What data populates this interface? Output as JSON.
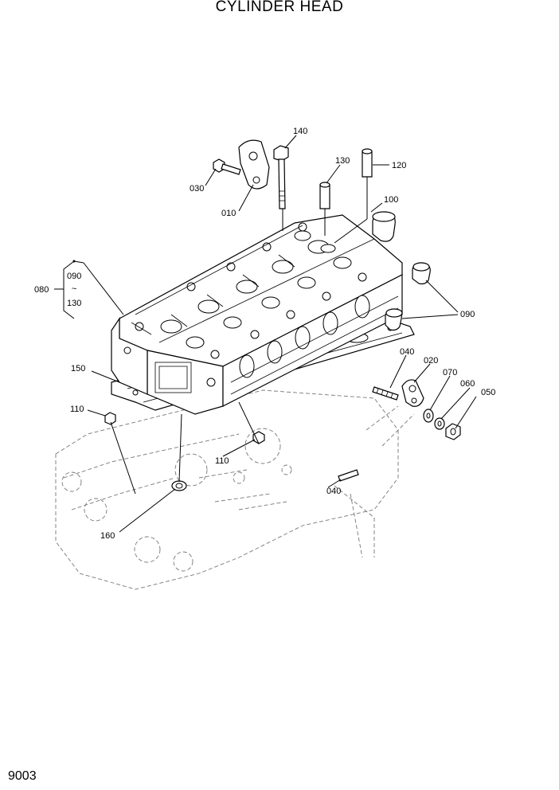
{
  "title": "CYLINDER HEAD",
  "page_number": "9003",
  "callouts": {
    "c140": "140",
    "c130": "130",
    "c120": "120",
    "c030": "030",
    "c010": "010",
    "c100": "100",
    "c080": "080",
    "c080_from": "090",
    "c080_sep": "~",
    "c080_to": "130",
    "c090": "090",
    "c150": "150",
    "c040a": "040",
    "c020": "020",
    "c070": "070",
    "c060": "060",
    "c050": "050",
    "c110a": "110",
    "c110b": "110",
    "c040b": "040",
    "c160": "160"
  }
}
